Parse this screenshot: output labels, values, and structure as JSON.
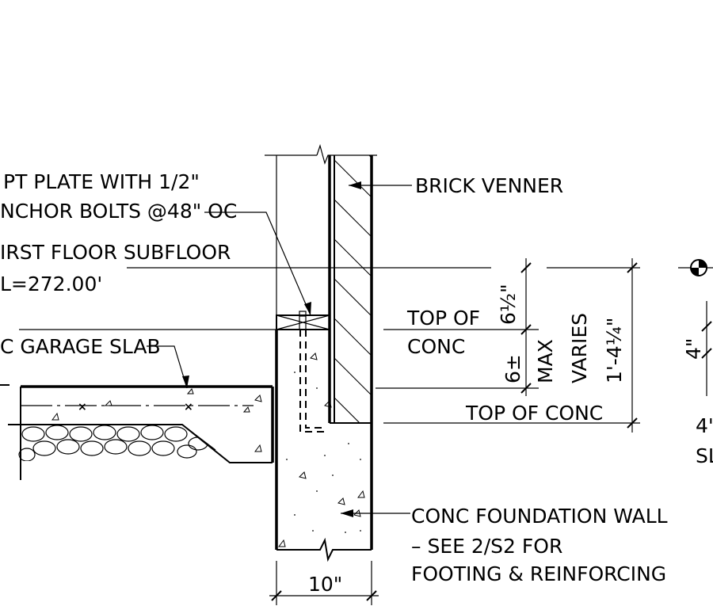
{
  "labels": {
    "plate_line1": "PT PLATE WITH 1/2\"",
    "plate_line2": "NCHOR BOLTS @48\" OC",
    "subfloor_line1": "IRST FLOOR SUBFLOOR",
    "subfloor_line2": "L=272.00'",
    "garage_slab": "C GARAGE SLAB",
    "brick": "BRICK VENNER",
    "top_of_conc_1": "TOP OF",
    "top_of_conc_2": "CONC",
    "top_of_conc_full": "TOP OF CONC",
    "dim_6_half": "6½\"",
    "dim_6_pm": "6±",
    "max": "MAX",
    "varies": "VARIES",
    "dim_1_4_quarter": "1'-4¼\"",
    "dim_4": "4\"",
    "edge_4": "4'",
    "edge_sl": "SL",
    "foundation_1": "CONC FOUNDATION WALL",
    "foundation_2": "– SEE 2/S2 FOR",
    "foundation_3": "FOOTING & REINFORCING",
    "dim_10": "10\""
  }
}
